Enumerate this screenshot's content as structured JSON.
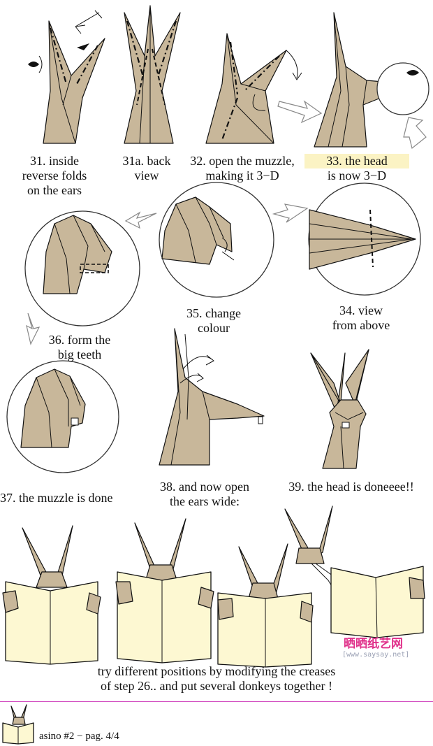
{
  "steps": {
    "s31": {
      "line1": "31. inside",
      "line2": "reverse folds",
      "line3": "on the ears"
    },
    "s31a": {
      "line1": "31a. back",
      "line2": "view"
    },
    "s32": {
      "line1": "32. open the muzzle,",
      "line2": "making it 3−D"
    },
    "s33": {
      "line1": "33. the head",
      "line2": "is now 3−D"
    },
    "s34": {
      "line1": "34. view",
      "line2": "from above"
    },
    "s35": {
      "line1": "35. change",
      "line2": "colour"
    },
    "s36": {
      "line1": "36. form the",
      "line2": "big teeth"
    },
    "s37": {
      "line1": "37. the muzzle is done"
    },
    "s38": {
      "line1": "38. and now open",
      "line2": "the ears wide:"
    },
    "s39": {
      "line1": "39. the head is doneeee!!"
    }
  },
  "closing": {
    "line1": "try different positions by modifying the creases",
    "line2": "of step 26.. and put several donkeys together !"
  },
  "footer": {
    "page_label": "asino #2 − pag. 4/4"
  },
  "watermark": {
    "site_name": "晒晒纸艺网",
    "site_url": "[www.saysay.net]"
  },
  "colors": {
    "paper_tan": "#c8b79a",
    "paper_cream": "#fdf8d2",
    "line": "#111111",
    "divider": "#d24ac0",
    "highlight": "#fbf3c4"
  }
}
